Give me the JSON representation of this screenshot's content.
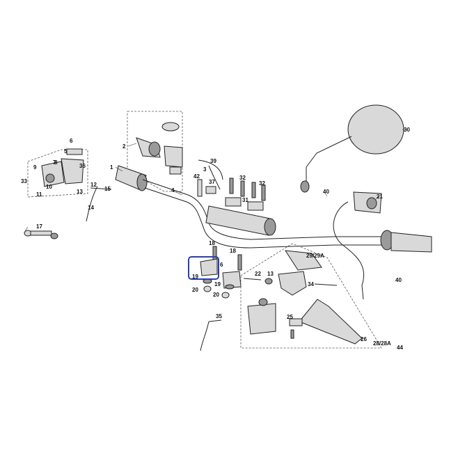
{
  "diagram": {
    "colors": {
      "line": "#222222",
      "part_fill": "#d9d9d9",
      "part_shade": "#9a9a9a",
      "highlight": "#2a3fb0",
      "background": "#ffffff"
    },
    "highlighted_group": "19",
    "labels": {
      "l1": "1",
      "l2": "2",
      "l3": "3",
      "l4": "4",
      "l5": "5",
      "l6a": "6",
      "l6b": "6",
      "l7": "7",
      "l8": "8",
      "l9": "9",
      "l10": "10",
      "l11": "11",
      "l12": "12",
      "l13a": "13",
      "l13b": "13",
      "l14": "14",
      "l15": "15",
      "l17": "17",
      "l18a": "18",
      "l18b": "18",
      "l19a": "19",
      "l19b": "19",
      "l20a": "20",
      "l20b": "20",
      "l21": "21",
      "l22": "22",
      "l25": "25",
      "l26": "26",
      "l2828a": "28/28A",
      "l2929a": "29/29A",
      "l30": "30",
      "l31": "31",
      "l32a": "32",
      "l32b": "32",
      "l33": "33",
      "l34": "34",
      "l35": "35",
      "l36": "36",
      "l37": "37",
      "l39": "39",
      "l40a": "40",
      "l40b": "40",
      "l42": "42",
      "l44": "44"
    }
  }
}
